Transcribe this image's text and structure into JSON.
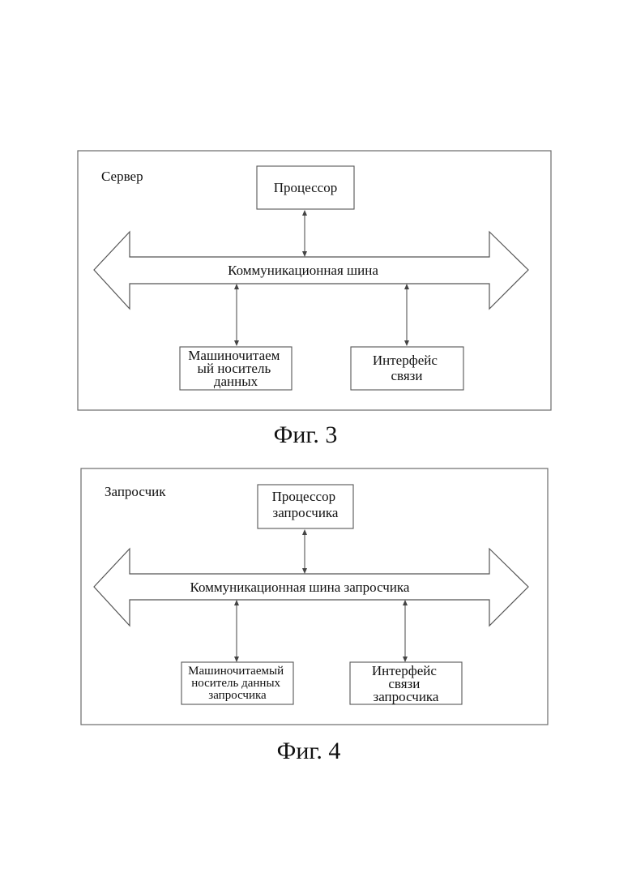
{
  "figure3": {
    "container_label": "Сервер",
    "processor": "Процессор",
    "bus": "Коммуникационная шина",
    "storage": [
      "Машиночитаем",
      "ый носитель",
      "данных"
    ],
    "interface": [
      "Интерфейс",
      "связи"
    ],
    "caption": "Фиг. 3"
  },
  "figure4": {
    "container_label": "Запросчик",
    "processor": [
      "Процессор",
      "запросчика"
    ],
    "bus": "Коммуникационная шина запросчика",
    "storage": [
      "Машиночитаемый",
      "носитель данных",
      "запросчика"
    ],
    "interface": [
      "Интерфейс",
      "связи",
      "запросчика"
    ],
    "caption": "Фиг. 4"
  }
}
